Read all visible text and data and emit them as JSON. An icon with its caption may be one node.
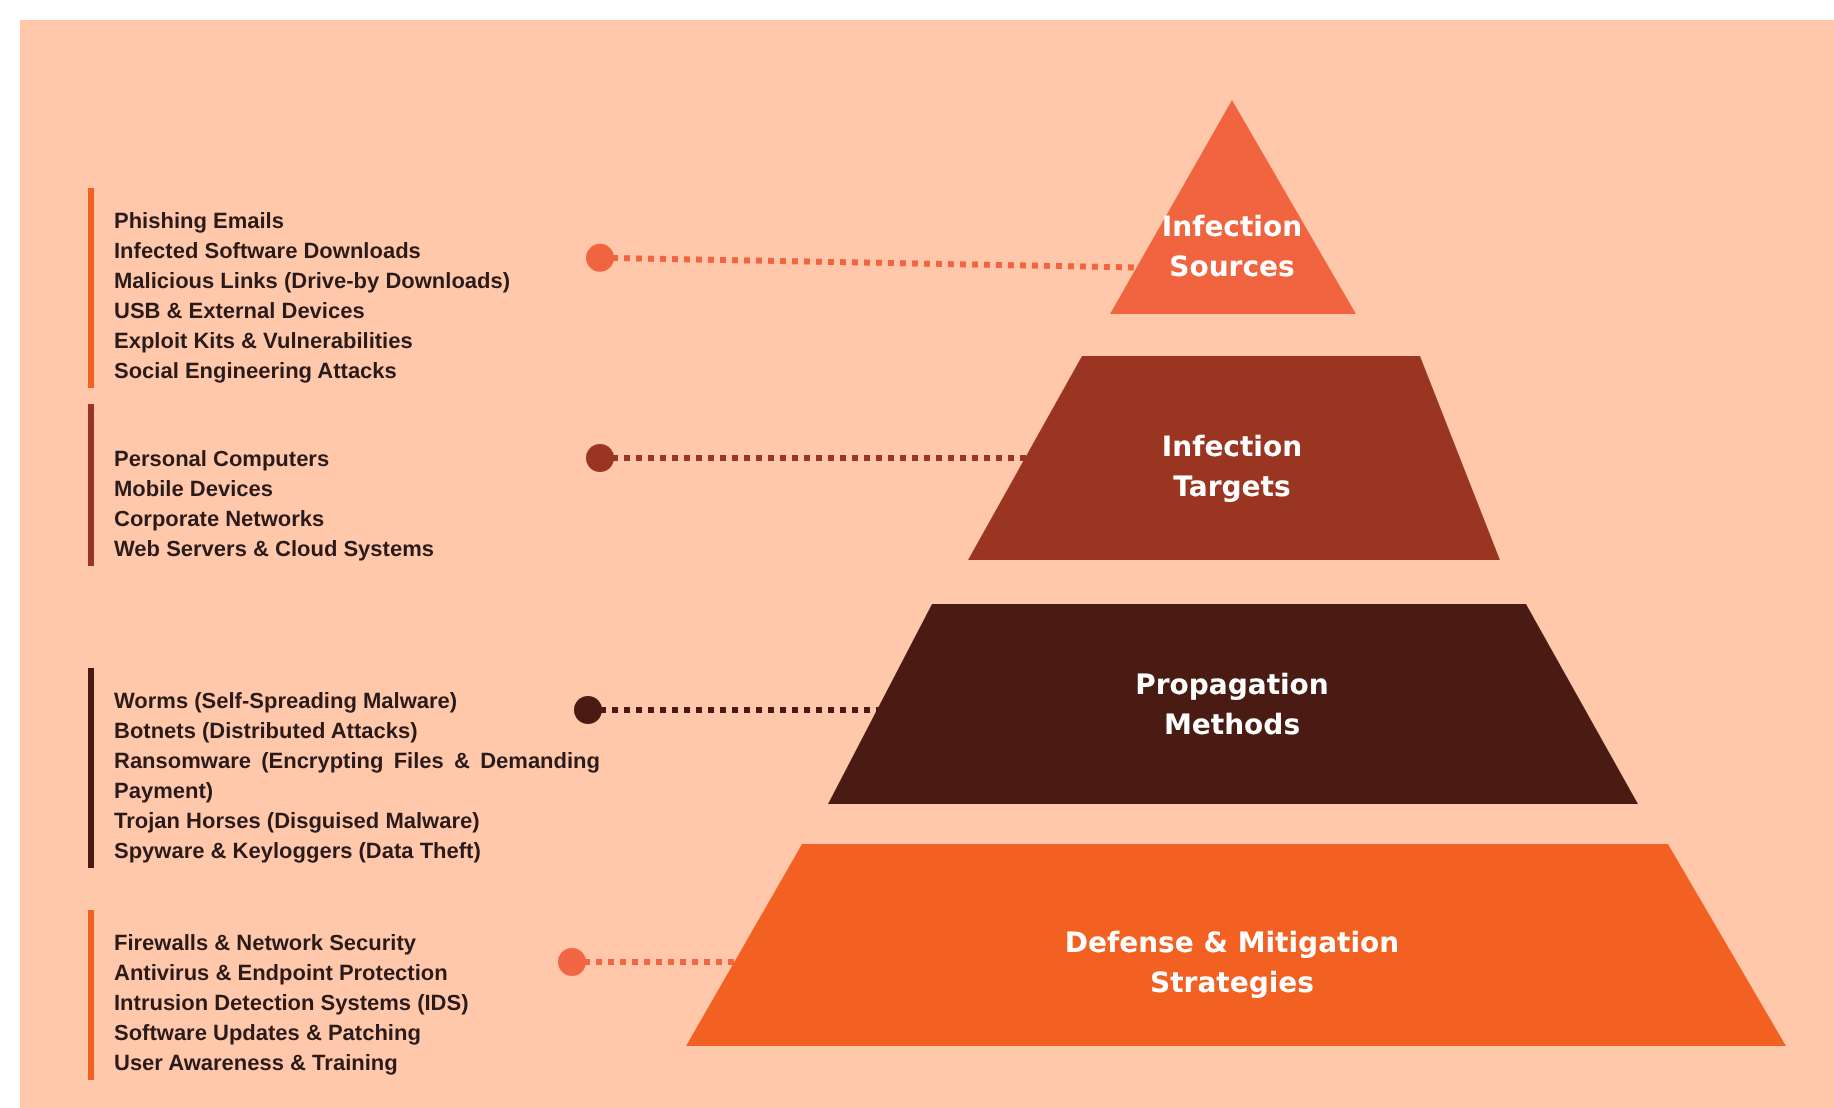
{
  "diagram": {
    "nodes": [
      {
        "text": [
          "Phishing Emails",
          "Infected Software Downloads",
          "Malicious Links (Drive-by Downloads)",
          "USB & External Devices",
          "Exploit Kits & Vulnerabilities",
          "Social Engineering Attacks"
        ]
      },
      {
        "text": [
          "Infection Sources"
        ]
      },
      {
        "text": [
          "Personal Computers",
          "Mobile Devices",
          "Corporate Networks",
          "Web Servers & Cloud Systems"
        ]
      },
      {
        "text": [
          "Infection Targets"
        ]
      },
      {
        "text": [
          "Worms (Self-Spreading Malware)",
          "Botnets (Distributed Attacks)",
          "Ransomware (Encrypting Files & Demanding Payment)",
          "Trojan Horses (Disguised Malware)",
          "Spyware & Keyloggers (Data Theft)"
        ]
      },
      {
        "text": [
          "Propagation Methods"
        ]
      },
      {
        "text": [
          "Firewalls & Network Security",
          "Antivirus & Endpoint Protection",
          "Intrusion Detection Systems (IDS)",
          "Software Updates & Patching",
          "User Awareness & Training"
        ]
      },
      {
        "text": [
          "Defense & Mitigation Strategies"
        ]
      }
    ],
    "edges": [
      {
        "from": 0,
        "to": 1,
        "arrow": "other",
        "style": "dashed",
        "color": "#f0643f"
      },
      {
        "from": 2,
        "to": 3,
        "arrow": "other",
        "style": "dashed",
        "color": "#9a3522"
      },
      {
        "from": 4,
        "to": 5,
        "arrow": "other",
        "style": "dashed",
        "color": "#4a1b12"
      },
      {
        "from": 6,
        "to": 7,
        "arrow": "other",
        "style": "dashed",
        "color": "#f26545"
      }
    ]
  }
}
